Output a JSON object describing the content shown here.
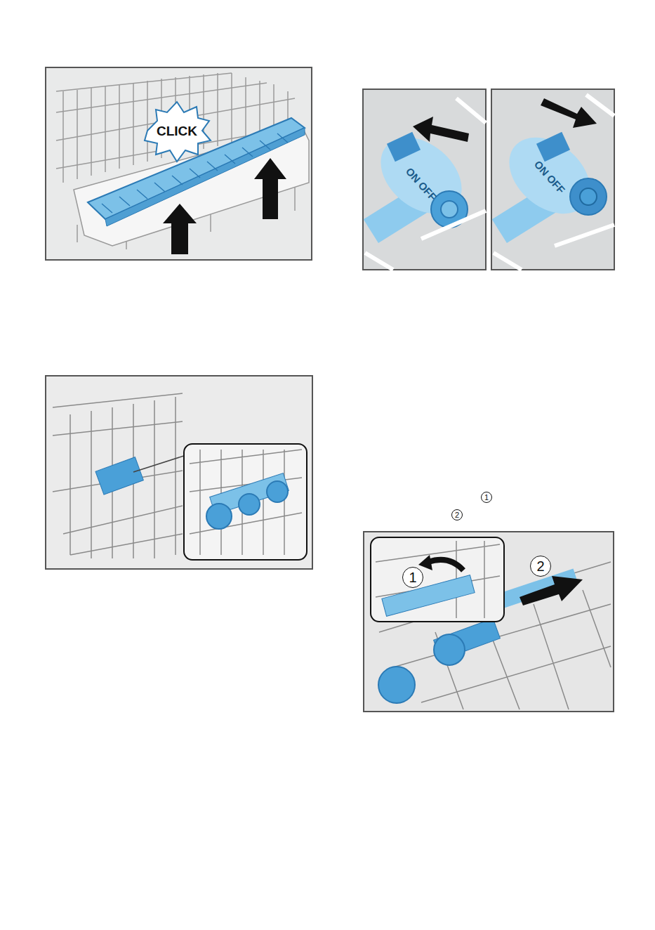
{
  "diagram": {
    "labels": [
      "CLICK",
      "ON OFF",
      "ON OFF",
      "1",
      "2",
      "1",
      "2"
    ]
  }
}
